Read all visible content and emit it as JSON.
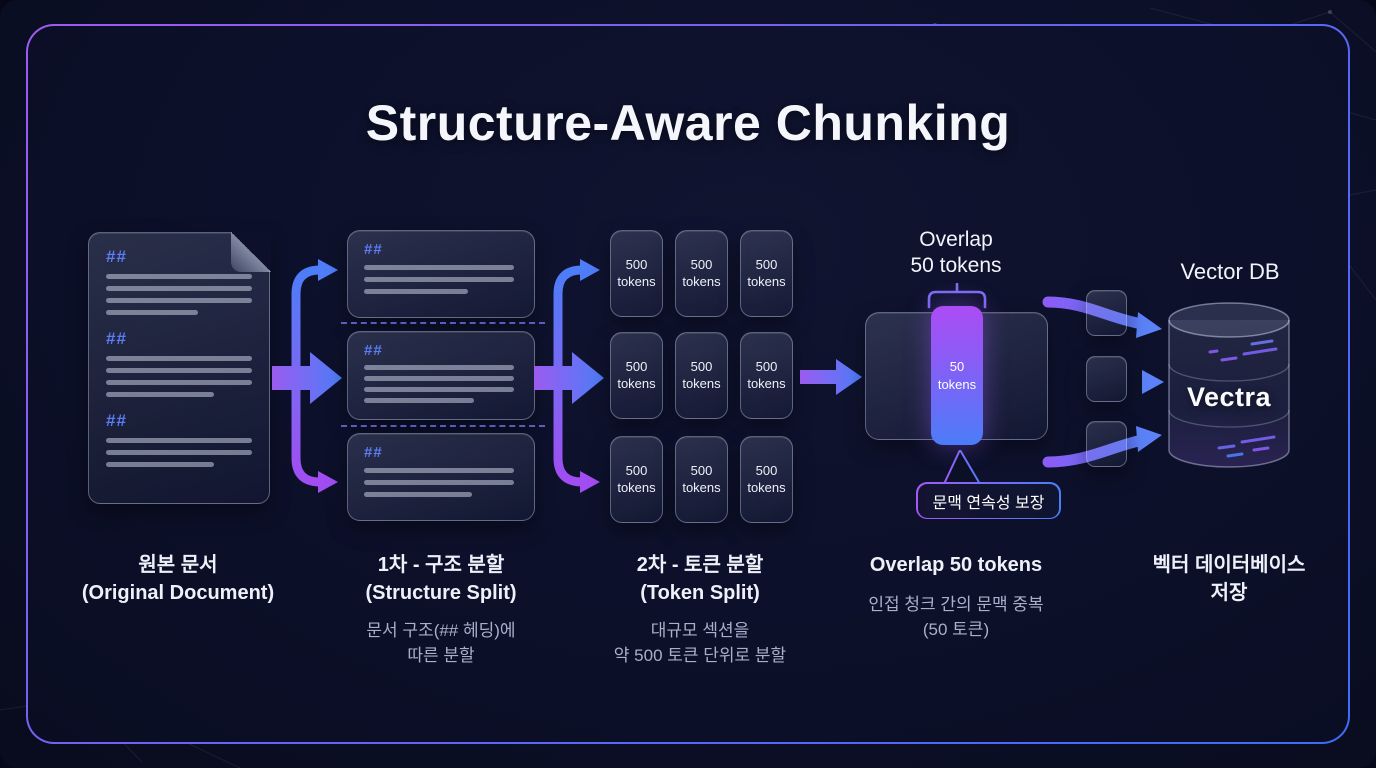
{
  "title": "Structure-Aware Chunking",
  "doc": {
    "hash": "##"
  },
  "token_card": {
    "value": "500",
    "unit": "tokens"
  },
  "columns": {
    "original": {
      "label1": "원본 문서",
      "label2": "(Original Document)"
    },
    "structure_split": {
      "label1": "1차 - 구조 분할",
      "label2": "(Structure Split)",
      "sub1": "문서 구조(## 헤딩)에",
      "sub2": "따른 분할"
    },
    "token_split": {
      "label1": "2차 - 토큰 분할",
      "label2": "(Token Split)",
      "sub1": "대규모 섹션을",
      "sub2": "약 500 토큰 단위로 분할"
    },
    "overlap": {
      "heading1": "Overlap",
      "heading2": "50 tokens",
      "bar_value": "50",
      "bar_unit": "tokens",
      "callout": "문맥 연속성 보장",
      "label1": "Overlap 50 tokens",
      "sub1": "인접 청크 간의 문맥 중복",
      "sub2": "(50 토큰)"
    },
    "vector_db": {
      "heading": "Vector DB",
      "db_name": "Vectra",
      "label1": "벡터 데이터베이스",
      "label2": "저장"
    }
  },
  "colors": {
    "accent_purple": "#a259f7",
    "accent_blue": "#4c7df8",
    "heading_blue": "#5b7cf3",
    "frame_gradient_start": "#9d5cf0",
    "frame_gradient_end": "#3e6cf6"
  }
}
